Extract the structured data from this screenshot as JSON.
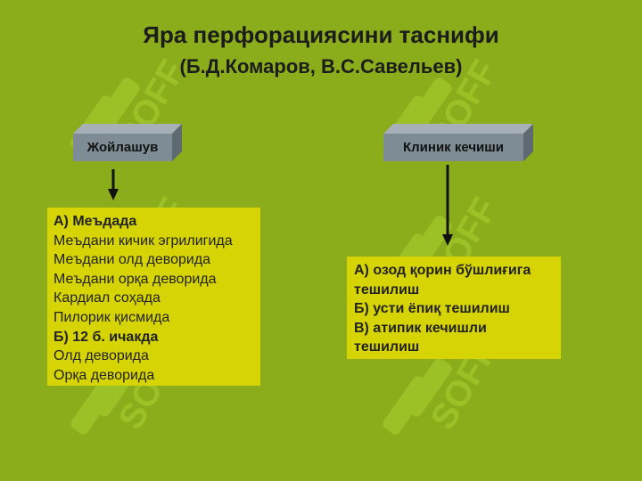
{
  "title": "Яра перфорациясини таснифи",
  "subtitle": "(Б.Д.Комаров, В.С.Савельев)",
  "colors": {
    "background": "#8cad1b",
    "box_face": "#7e8c95",
    "panel": "#d7d406",
    "watermark": "#9fc52a"
  },
  "left_header": "Жойлашув",
  "right_header": "Клиник кечиши",
  "left_panel": {
    "lines": [
      {
        "text": "А) Меъдада",
        "bold": true
      },
      {
        "text": "Меъдани кичик эгрилигида",
        "bold": false
      },
      {
        "text": "Меъдани олд деворида",
        "bold": false
      },
      {
        "text": "Меъдани орқа деворида",
        "bold": false
      },
      {
        "text": "Кардиал соҳада",
        "bold": false
      },
      {
        "text": "Пилорик қисмида",
        "bold": false
      },
      {
        "text": "Б) 12 б. ичакда",
        "bold": true
      },
      {
        "text": "Олд деворида",
        "bold": false
      },
      {
        "text": "Орқа деворида",
        "bold": false
      }
    ]
  },
  "right_panel": {
    "lines": [
      "А) озод қорин бўшлиғига",
      "тешилиш",
      "Б) усти ёпиқ тешилиш",
      "В) атипик кечишли",
      "тешилиш"
    ]
  },
  "watermark_text": "SOFF"
}
